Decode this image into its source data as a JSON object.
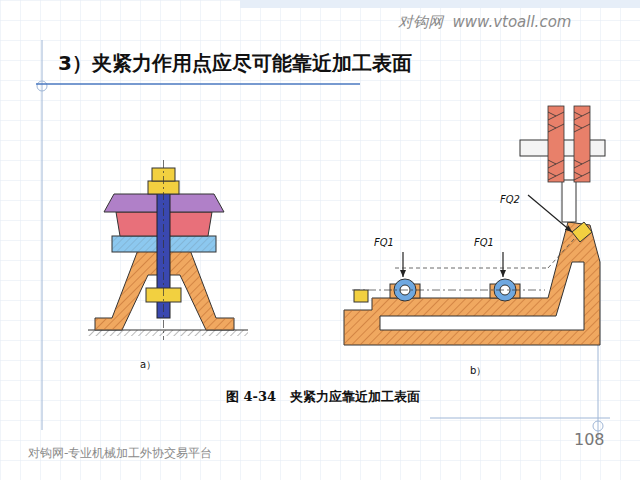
{
  "diagram": {
    "title": "3）夹紧力作用点应尽可能靠近加工表面",
    "caption": "图 4-34   夹紧力应靠近加工表面",
    "labels": [
      "对钩网  www.vtoall.com",
      "FQ1",
      "FQ1",
      "FQ2",
      "a）",
      "b）",
      "108",
      "对钩网-专业机械加工外协交易平台"
    ]
  }
}
